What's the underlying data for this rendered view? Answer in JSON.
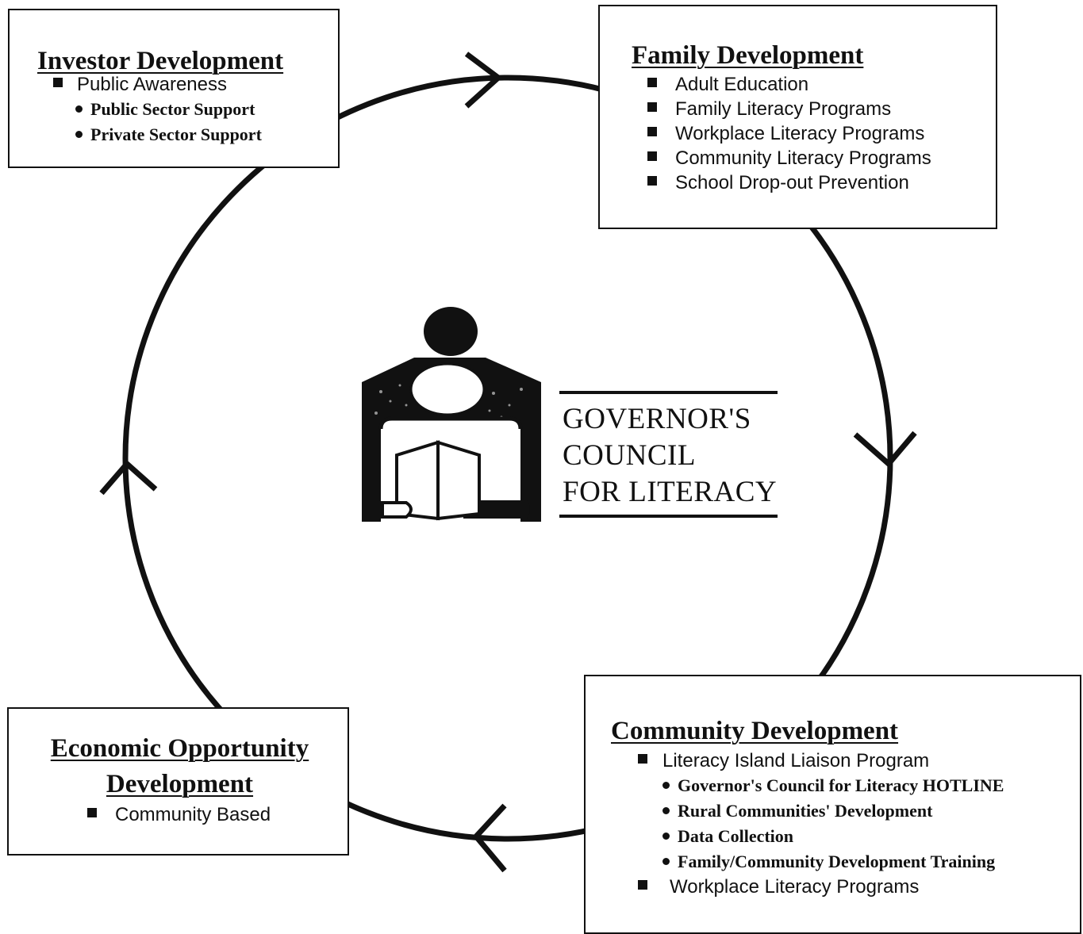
{
  "cycle": {
    "nodes": [
      {
        "id": "investor",
        "title": "Investor Development",
        "square_items": [
          "Public  Awareness"
        ],
        "sub_items": [
          "Public Sector Support",
          "Private Sector Support"
        ]
      },
      {
        "id": "family",
        "title": "Family Development",
        "square_items": [
          "Adult Education",
          "Family Literacy Programs",
          "Workplace Literacy Programs",
          "Community Literacy Programs",
          "School Drop-out Prevention"
        ]
      },
      {
        "id": "community",
        "title": "Community Development",
        "square_items": [
          "Literacy Island Liaison Program",
          "Workplace Literacy Programs"
        ],
        "sub_items": [
          "Governor's Council for Literacy HOTLINE",
          "Rural Communities' Development",
          "Data Collection",
          "Family/Community Development Training"
        ]
      },
      {
        "id": "economic",
        "title_line1": "Economic Opportunity",
        "title_line2": "Development",
        "square_items": [
          "Community Based"
        ]
      }
    ],
    "direction": "clockwise",
    "edge_color": "#111111"
  },
  "logo": {
    "text_line1": "GOVERNOR'S",
    "text_line2": "COUNCIL",
    "text_line3": "FOR LITERACY"
  }
}
